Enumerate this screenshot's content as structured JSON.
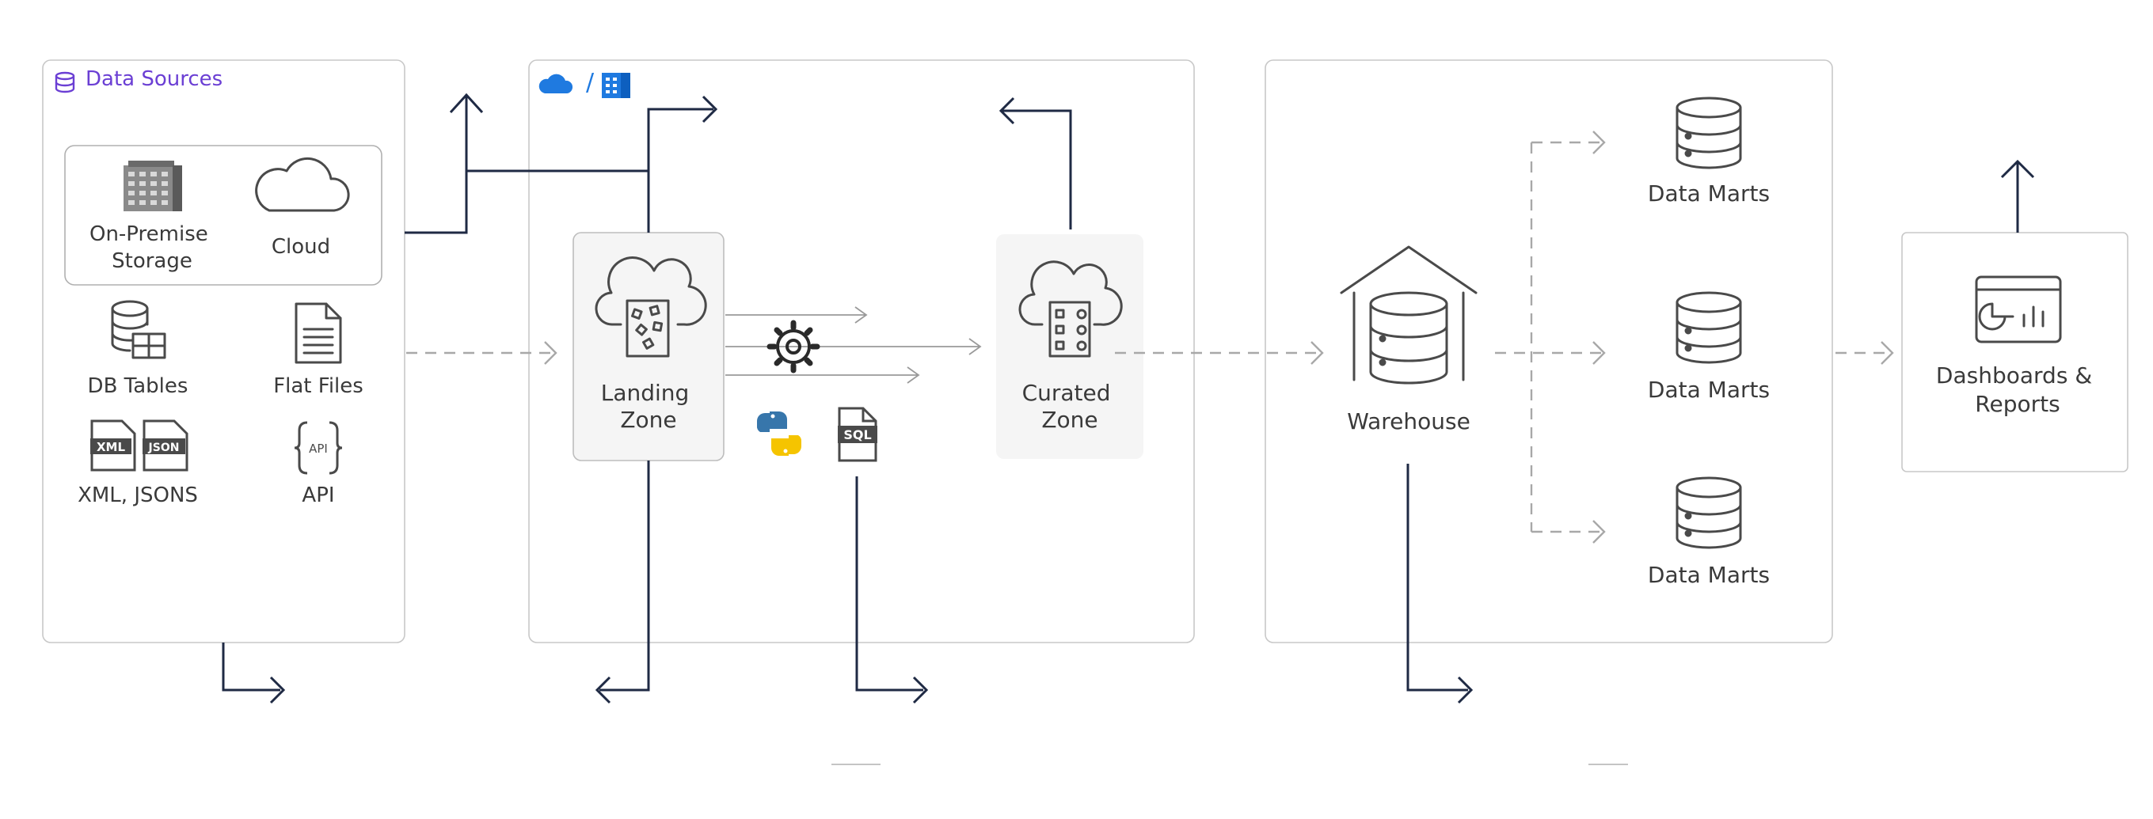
{
  "sources_panel": {
    "title": "Data Sources",
    "items": {
      "on_premise": "On-Premise\nStorage",
      "cloud": "Cloud",
      "db_tables": "DB Tables",
      "flat_files": "Flat Files",
      "xml_json": "XML, JSONS",
      "api": "API"
    }
  },
  "lake_panel": {
    "header_separator": "/",
    "landing_zone": "Landing\nZone",
    "curated_zone": "Curated\nZone",
    "sql_badge": "SQL"
  },
  "warehouse_panel": {
    "warehouse": "Warehouse",
    "data_marts": [
      "Data Marts",
      "Data Marts",
      "Data Marts"
    ]
  },
  "output_panel": {
    "dashboards": "Dashboards &\nReports"
  },
  "icon_text": {
    "xml": "XML",
    "json": "JSON",
    "api": "API"
  },
  "colors": {
    "accent_purple": "#6b3fd4",
    "cloud_blue": "#1f7ae0",
    "dark_line": "#1f2a44",
    "dashed_gray": "#a8a8a8",
    "python_blue": "#3776ab",
    "python_yellow": "#f5c400"
  }
}
